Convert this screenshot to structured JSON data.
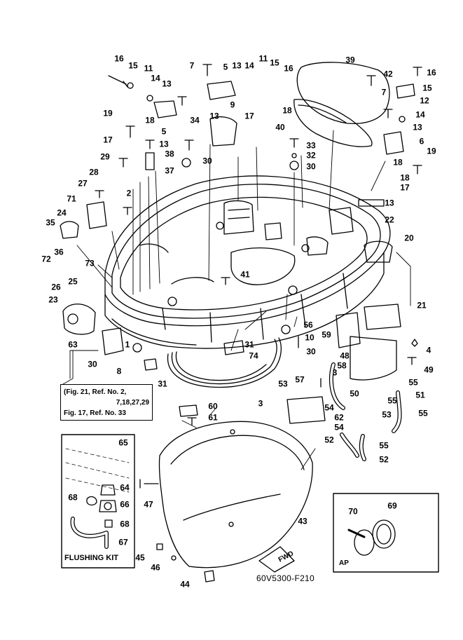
{
  "callouts": [
    "16",
    "15",
    "11",
    "14",
    "13",
    "7",
    "5",
    "13",
    "14",
    "11",
    "15",
    "16",
    "39",
    "42",
    "16",
    "15",
    "12",
    "7",
    "14",
    "13",
    "19",
    "18",
    "5",
    "13",
    "17",
    "29",
    "38",
    "34",
    "30",
    "37",
    "28",
    "27",
    "2",
    "9",
    "13",
    "17",
    "18",
    "40",
    "18",
    "33",
    "32",
    "30",
    "6",
    "19",
    "18",
    "17",
    "13",
    "71",
    "24",
    "35",
    "36",
    "72",
    "73",
    "25",
    "26",
    "23",
    "22",
    "20",
    "41",
    "21",
    "56",
    "59",
    "10",
    "30",
    "31",
    "74",
    "63",
    "1",
    "30",
    "8",
    "31",
    "4",
    "49",
    "48",
    "3",
    "57",
    "58",
    "53",
    "50",
    "55",
    "51",
    "3",
    "60",
    "61",
    "62",
    "54",
    "55",
    "55",
    "53",
    "54",
    "55",
    "52",
    "52",
    "65",
    "64",
    "66",
    "68",
    "68",
    "67",
    "47",
    "43",
    "69",
    "70",
    "45",
    "46",
    "44"
  ],
  "note": {
    "line1": "(Fig. 21, Ref. No. 2,",
    "line2": "7,18,27,29",
    "line3": "Fig. 17, Ref. No. 33"
  },
  "flushing_kit": "FLUSHING KIT",
  "ap_label": "AP",
  "fwd_label": "FWD",
  "diagram_code": "60V5300-F210"
}
